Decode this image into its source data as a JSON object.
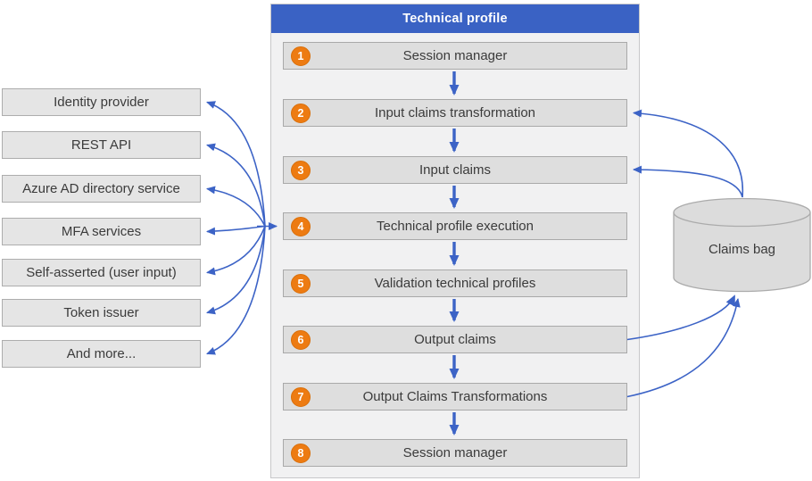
{
  "diagram": {
    "panel_title": "Technical profile",
    "steps": [
      {
        "number": "1",
        "label": "Session manager"
      },
      {
        "number": "2",
        "label": "Input claims transformation"
      },
      {
        "number": "3",
        "label": "Input claims"
      },
      {
        "number": "4",
        "label": "Technical profile execution"
      },
      {
        "number": "5",
        "label": "Validation technical profiles"
      },
      {
        "number": "6",
        "label": "Output claims"
      },
      {
        "number": "7",
        "label": "Output Claims Transformations"
      },
      {
        "number": "8",
        "label": "Session manager"
      }
    ],
    "providers": [
      "Identity provider",
      "REST API",
      "Azure AD directory service",
      "MFA services",
      "Self-asserted (user input)",
      "Token issuer",
      "And more..."
    ],
    "claims_bag": {
      "label": "Claims bag"
    },
    "colors": {
      "header_blue": "#3A62C4",
      "arrow_blue": "#3C63C6",
      "badge_orange": "#ED7B12",
      "badge_orange_border": "#D96F0A",
      "step_box_fill": "#DEDEDE",
      "provider_box_fill": "#E5E5E5",
      "panel_fill": "#F1F1F2",
      "cylinder_fill": "#DCDCDC",
      "text_gray": "#3B3B3B"
    }
  }
}
